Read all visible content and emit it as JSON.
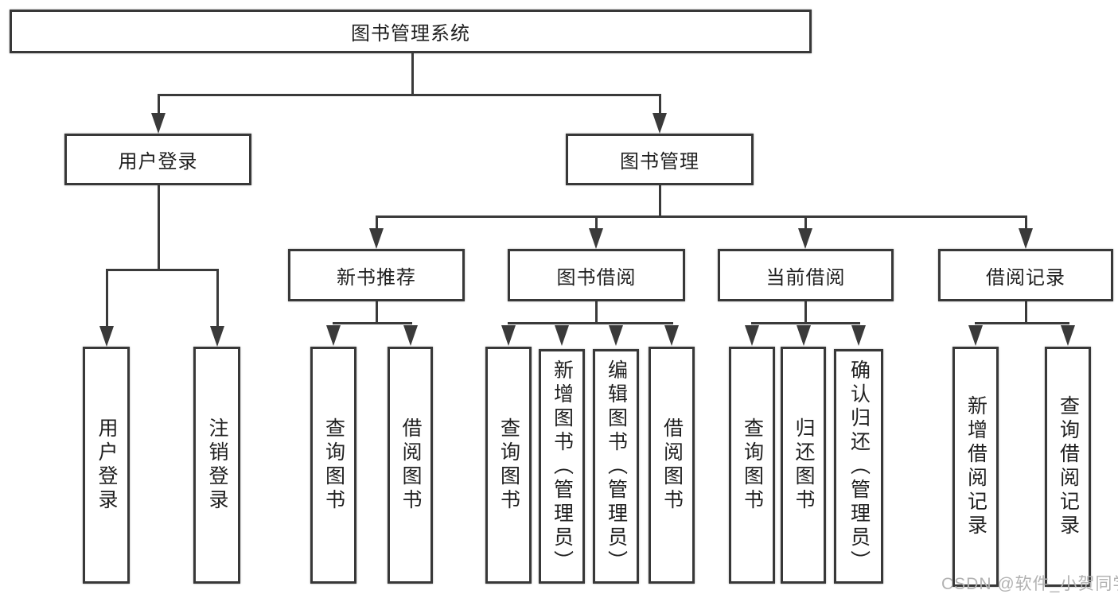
{
  "tree": {
    "root": {
      "label": "图书管理系统"
    },
    "branches": [
      {
        "label": "用户登录",
        "children": [
          {
            "label": "用户登录"
          },
          {
            "label": "注销登录"
          }
        ]
      },
      {
        "label": "图书管理",
        "children": [
          {
            "label": "新书推荐",
            "children": [
              {
                "label": "查询图书"
              },
              {
                "label": "借阅图书"
              }
            ]
          },
          {
            "label": "图书借阅",
            "children": [
              {
                "label": "查询图书"
              },
              {
                "label": "新增图书（管理员）"
              },
              {
                "label": "编辑图书（管理员）"
              },
              {
                "label": "借阅图书"
              }
            ]
          },
          {
            "label": "当前借阅",
            "children": [
              {
                "label": "查询图书"
              },
              {
                "label": "归还图书"
              },
              {
                "label": "确认归还（管理员）"
              }
            ]
          },
          {
            "label": "借阅记录",
            "children": [
              {
                "label": "新增借阅记录"
              },
              {
                "label": "查询借阅记录"
              }
            ]
          }
        ]
      }
    ]
  },
  "watermark": {
    "text": "CSDN @软件_小贺同学"
  },
  "colors": {
    "line": "#3a3a3a",
    "box_border": "#383838",
    "box_fill": "#ffffff",
    "text": "#1f1f1f",
    "background": "#ffffff",
    "watermark": "#b2b2b2"
  }
}
